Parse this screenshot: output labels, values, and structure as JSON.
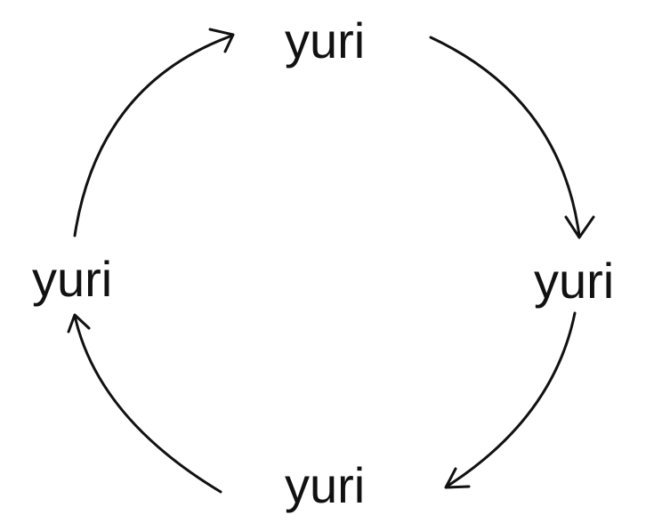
{
  "diagram": {
    "type": "cycle",
    "nodes": [
      {
        "id": "top",
        "label": "yuri"
      },
      {
        "id": "right",
        "label": "yuri"
      },
      {
        "id": "bottom",
        "label": "yuri"
      },
      {
        "id": "left",
        "label": "yuri"
      }
    ],
    "edges": [
      {
        "from": "top",
        "to": "right"
      },
      {
        "from": "right",
        "to": "bottom"
      },
      {
        "from": "bottom",
        "to": "left"
      },
      {
        "from": "left",
        "to": "top"
      }
    ],
    "direction": "clockwise",
    "stroke_color": "#111111"
  }
}
